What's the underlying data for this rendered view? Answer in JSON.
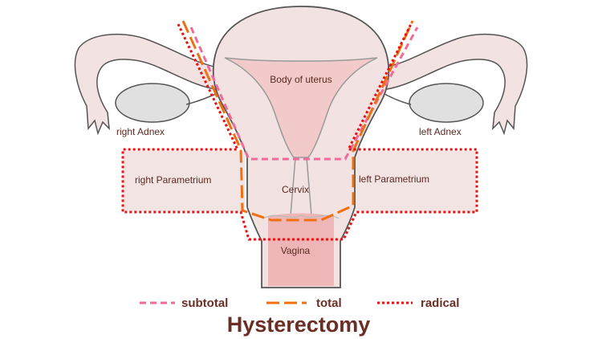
{
  "labels": {
    "body_of_uterus": "Body of uterus",
    "right_adnex": "right Adnex",
    "left_adnex": "left Adnex",
    "right_parametrium": "right Parametrium",
    "left_parametrium": "left Parametrium",
    "cervix": "Cervix",
    "vagina": "Vagina"
  },
  "legend": [
    {
      "key": "subtotal",
      "label": "subtotal",
      "color": "#f06a9a",
      "style": "short-dash"
    },
    {
      "key": "total",
      "label": "total",
      "color": "#f07010",
      "style": "long-dash"
    },
    {
      "key": "radical",
      "label": "radical",
      "color": "#e81010",
      "style": "dotted"
    }
  ],
  "title": "Hysterectomy",
  "colors": {
    "tissue": "#f3e2e2",
    "tissue_inner": "#f2c9c9",
    "ovary": "#e0e0e0",
    "outline": "#555555",
    "text": "#6b2e25"
  }
}
